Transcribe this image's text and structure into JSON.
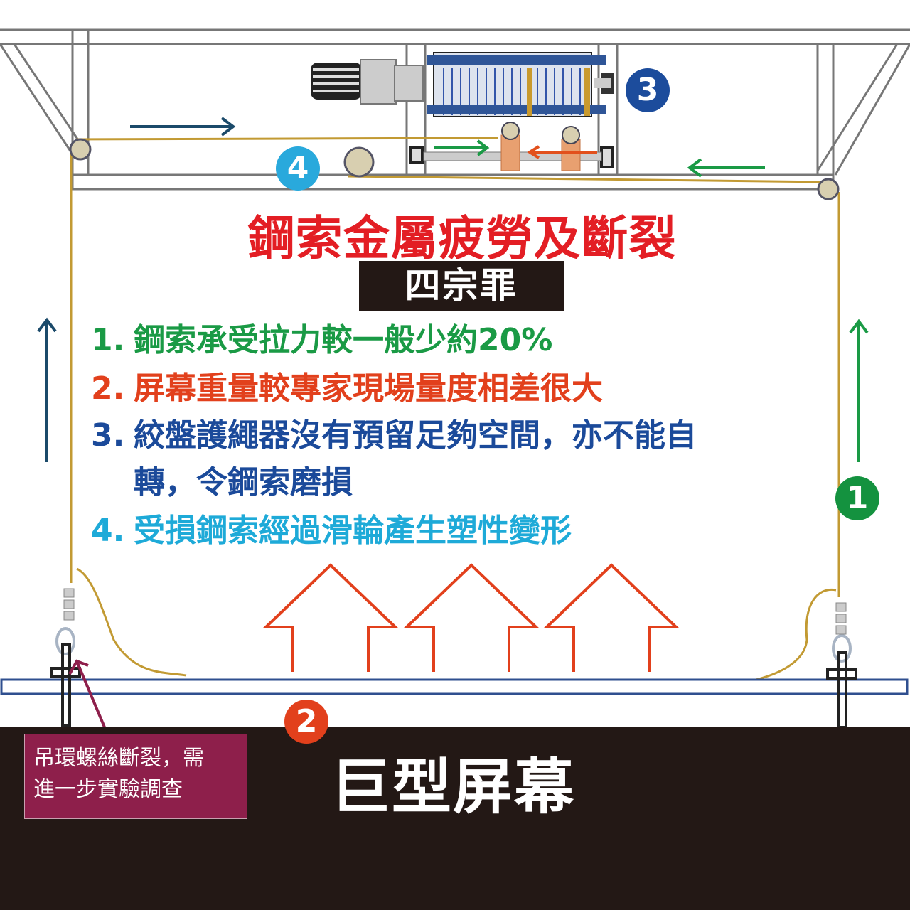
{
  "title": "鋼索金屬疲勞及斷裂",
  "subtitle": "四宗罪",
  "items": [
    {
      "number": "1.",
      "text": "鋼索承受拉力較一般少約20%",
      "color": "#1a9a45"
    },
    {
      "number": "2.",
      "text": "屏幕重量較專家現場量度相差很大",
      "color": "#e2401c"
    },
    {
      "number": "3.",
      "text": "絞盤護繩器沒有預留足夠空間，亦不能自",
      "text_cont": "轉，令鋼索磨損",
      "color": "#1b4a9a"
    },
    {
      "number": "4.",
      "text": "受損鋼索經過滑輪產生塑性變形",
      "color": "#1eaad8"
    }
  ],
  "badges": [
    {
      "label": "1",
      "color": "#14923f"
    },
    {
      "label": "2",
      "color": "#e2401c"
    },
    {
      "label": "3",
      "color": "#1c4c9c"
    },
    {
      "label": "4",
      "color": "#29a9dc"
    }
  ],
  "screen_label": "巨型屏幕",
  "callout": {
    "line1": "吊環螺絲斷裂，需",
    "line2": "進一步實驗調查"
  }
}
